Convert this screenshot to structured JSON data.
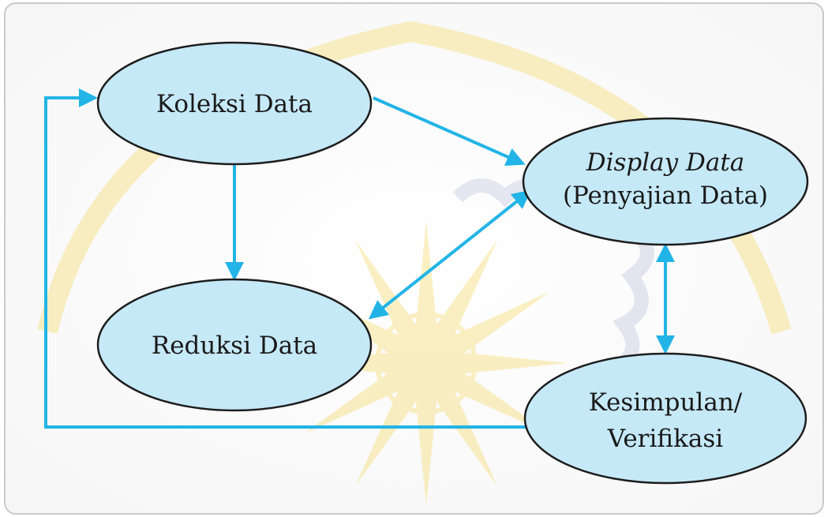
{
  "nodes": {
    "koleksi": {
      "lines": [
        "Koleksi Data"
      ]
    },
    "display": {
      "lines": [
        "Display Data",
        "(Penyajian Data)"
      ]
    },
    "reduksi": {
      "lines": [
        "Reduksi Data"
      ]
    },
    "kesimpulan": {
      "lines": [
        "Kesimpulan/",
        "Verifikasi"
      ]
    }
  },
  "colors": {
    "ellipse_fill": "#c6e9f7",
    "ellipse_stroke": "#1d1d1d",
    "arrow": "#22b4e6",
    "watermark": "#f3d24a",
    "frame": "#c9c9c9"
  },
  "edges": [
    {
      "from": "koleksi",
      "to": "display",
      "direction": "forward"
    },
    {
      "from": "koleksi",
      "to": "reduksi",
      "direction": "forward"
    },
    {
      "from": "reduksi",
      "to": "display",
      "direction": "both"
    },
    {
      "from": "display",
      "to": "kesimpulan",
      "direction": "both"
    },
    {
      "from": "kesimpulan",
      "to": "koleksi",
      "direction": "forward"
    }
  ]
}
